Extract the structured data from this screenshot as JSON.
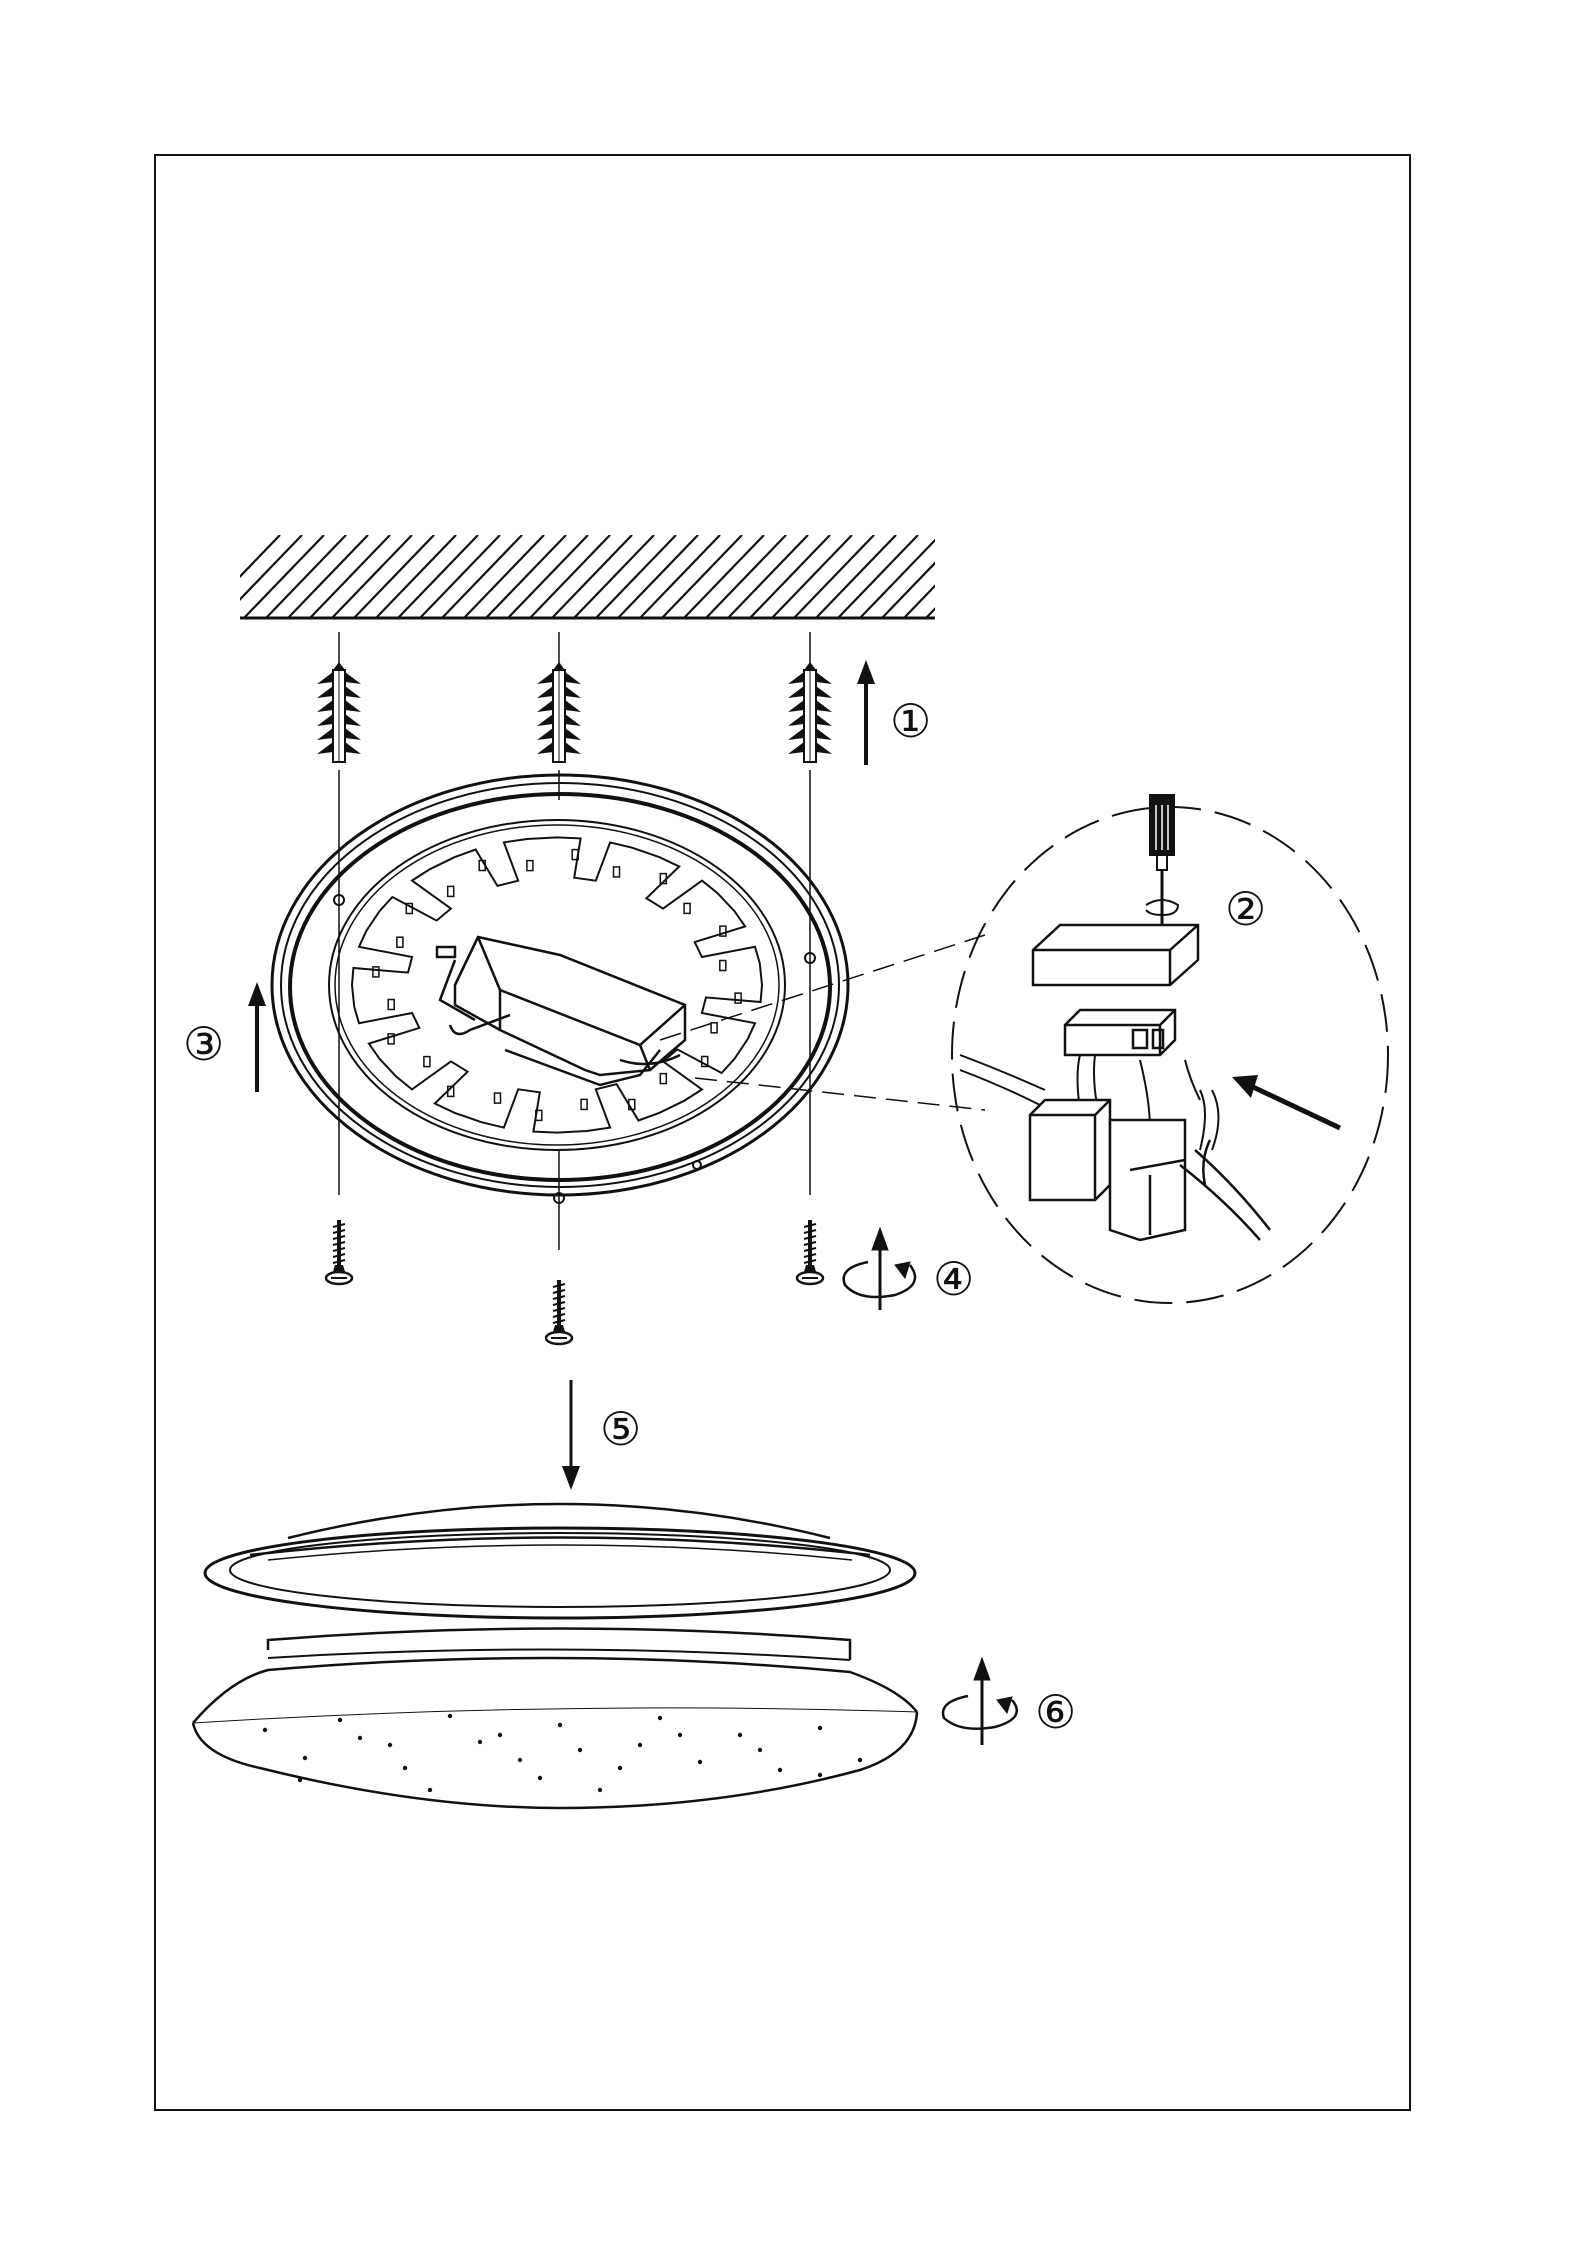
{
  "steps": [
    {
      "id": 1,
      "label": "①"
    },
    {
      "id": 2,
      "label": "②"
    },
    {
      "id": 3,
      "label": "③"
    },
    {
      "id": 4,
      "label": "④"
    },
    {
      "id": 5,
      "label": "⑤"
    },
    {
      "id": 6,
      "label": "⑥"
    }
  ],
  "colors": {
    "line": "#111111",
    "background": "#ffffff"
  },
  "icons": [
    "ceiling-hatch",
    "wall-plug-icon",
    "screw-icon",
    "screwdriver-icon",
    "rotate-arrow-icon",
    "terminal-block-icon"
  ]
}
